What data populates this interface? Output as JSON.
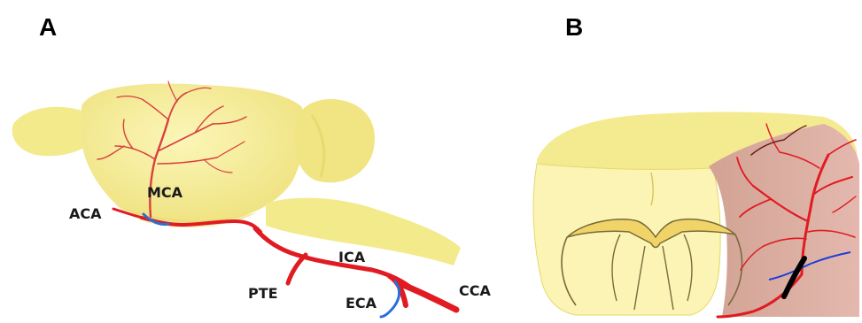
{
  "panels": {
    "a": {
      "letter": "A"
    },
    "b": {
      "letter": "B"
    }
  },
  "labels": {
    "mca": "MCA",
    "aca": "ACA",
    "ica": "ICA",
    "pte": "PTE",
    "eca": "ECA",
    "cca": "CCA"
  },
  "colors": {
    "brain": "#f6ee96",
    "brain_shadow": "#e6d866",
    "artery": "#e01b22",
    "vein": "#2a6fd6",
    "infarct": "#d9a9a0",
    "occlusion": "#000000"
  }
}
